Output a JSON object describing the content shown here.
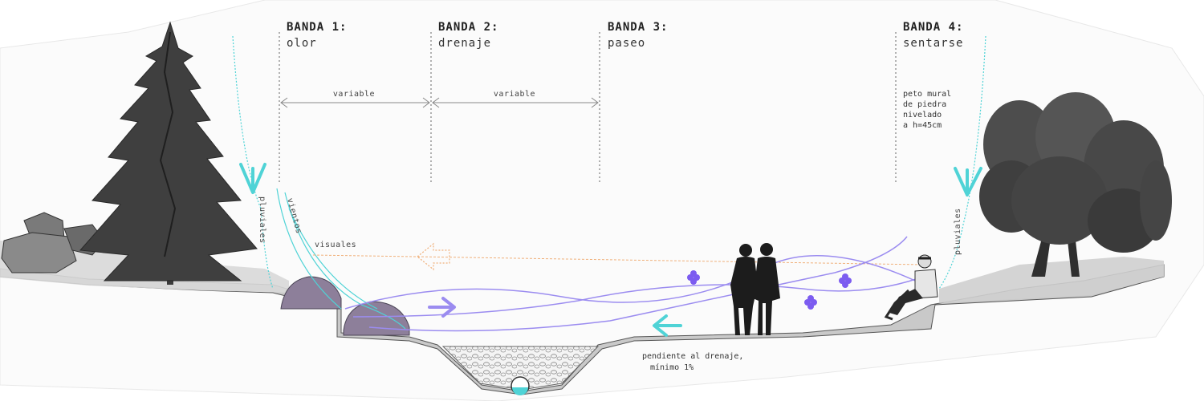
{
  "bands": [
    {
      "title": "BANDA 1:",
      "subtitle": "olor"
    },
    {
      "title": "BANDA 2:",
      "subtitle": "drenaje"
    },
    {
      "title": "BANDA 3:",
      "subtitle": "paseo"
    },
    {
      "title": "BANDA 4:",
      "subtitle": "sentarse"
    }
  ],
  "dimension_labels": [
    "variable",
    "variable"
  ],
  "labels": {
    "pluviales_left": "pluviales",
    "vientos": "vientos",
    "visuales": "visuales",
    "pluviales_right": "pluviales"
  },
  "note_right": [
    "peto mural",
    "de piedra",
    "nivelado",
    "a h=45cm"
  ],
  "note_bottom": [
    "pendiente al drenaje,",
    "mínimo 1%"
  ],
  "colors": {
    "rain_arrow": "#4fd3d6",
    "flow_lines": "#9b8cf0",
    "visuals_line": "#f0b07a",
    "flower": "#7c5cf0",
    "vegetation": "#3a3a3a",
    "ground": "#555555"
  },
  "icons": [
    "pine-tree-icon",
    "rocks-icon",
    "lavender-shrub-icon",
    "broadleaf-tree-icon",
    "walking-couple-icon",
    "seated-person-icon",
    "drain-pipe-icon",
    "flower-icon"
  ]
}
